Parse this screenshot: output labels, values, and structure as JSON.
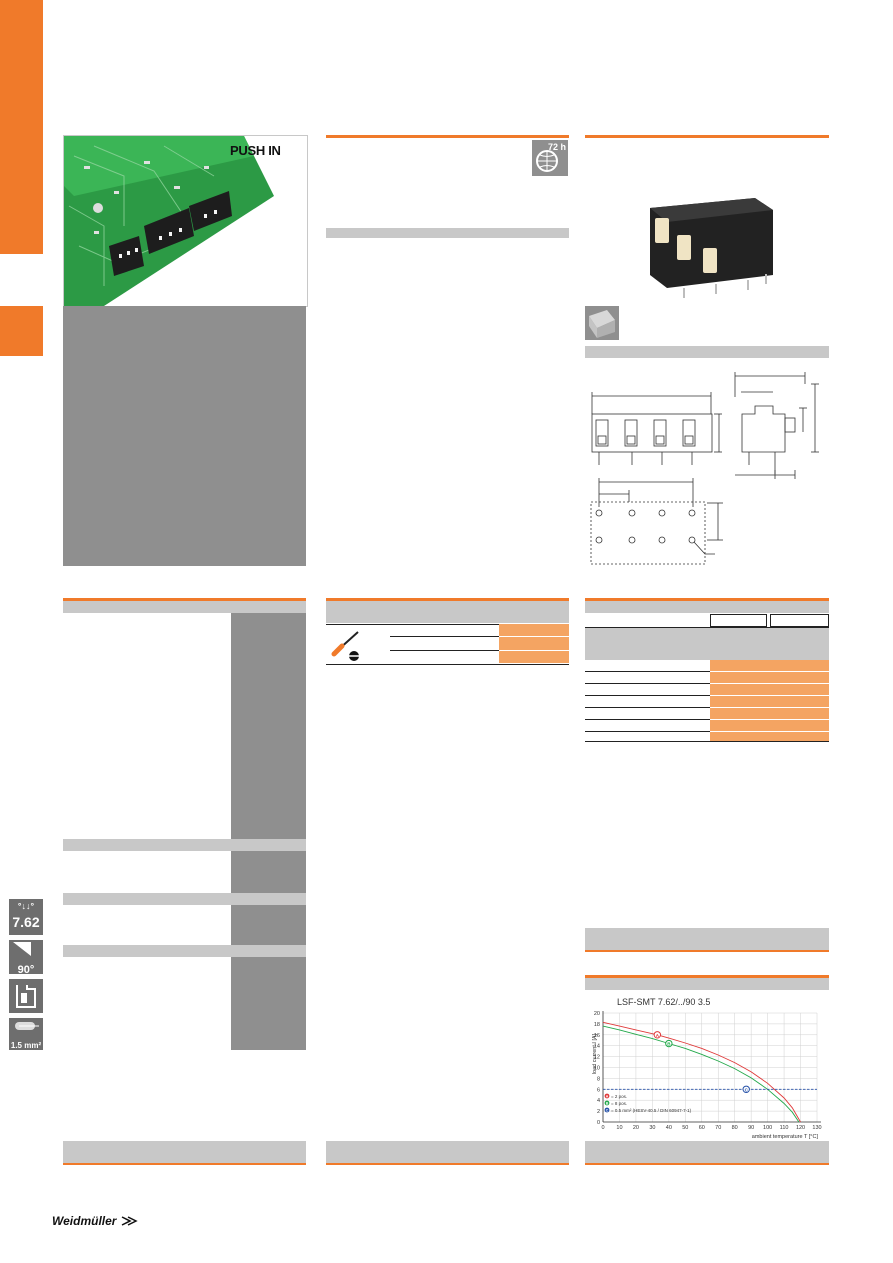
{
  "brand": {
    "logo_text": "Weidmüller"
  },
  "product_image": {
    "badge": "PUSH IN"
  },
  "badges": {
    "delivery": "72 h"
  },
  "side_icons": {
    "pitch": "7.62",
    "angle": "90°",
    "wire": "1.5 mm²"
  },
  "colors": {
    "accent_orange": "#f07a2a",
    "cell_orange": "#f4a462",
    "bar_grey": "#c8c8c8",
    "block_grey": "#8f8f8f",
    "curve_red": "#e03a3a",
    "curve_green": "#22a84a",
    "curve_blue": "#2450a8"
  },
  "derating_chart": {
    "title": "LSF-SMT 7.62/../90 3.5",
    "ylabel": "load current I [A]",
    "xlabel": "ambient temperature T [°C]",
    "legend": [
      {
        "marker": "A",
        "label": "= 2 pos.",
        "color": "#e03a3a"
      },
      {
        "marker": "B",
        "label": "= 8 pos.",
        "color": "#22a84a"
      },
      {
        "marker": "C",
        "label": "= 0.5 mm² (HESV-40.5 / DIN 60947-7-1)",
        "color": "#2450a8"
      }
    ]
  },
  "chart_data": {
    "type": "line",
    "title": "LSF-SMT 7.62/../90 3.5",
    "xlabel": "ambient temperature T [°C]",
    "ylabel": "load current I [A]",
    "xlim": [
      0,
      130
    ],
    "ylim": [
      0,
      20
    ],
    "x_ticks": [
      0,
      10,
      20,
      30,
      40,
      50,
      60,
      70,
      80,
      90,
      100,
      110,
      120,
      130
    ],
    "y_ticks": [
      0,
      2,
      4,
      6,
      8,
      10,
      12,
      14,
      16,
      18,
      20
    ],
    "grid": true,
    "series": [
      {
        "marker": "A",
        "color": "#e03a3a",
        "x": [
          0,
          10,
          20,
          33,
          40,
          50,
          60,
          70,
          80,
          90,
          100,
          110,
          115,
          120
        ],
        "y": [
          18.3,
          17.6,
          16.9,
          16.0,
          15.4,
          14.5,
          13.5,
          12.3,
          10.9,
          9.2,
          7.1,
          4.4,
          2.6,
          0
        ]
      },
      {
        "marker": "B",
        "color": "#22a84a",
        "x": [
          0,
          10,
          20,
          30,
          40,
          50,
          60,
          70,
          80,
          90,
          100,
          110,
          115,
          119
        ],
        "y": [
          17.6,
          16.9,
          16.1,
          15.3,
          14.4,
          13.5,
          12.4,
          11.2,
          9.8,
          8.1,
          6.0,
          3.4,
          1.8,
          0
        ]
      },
      {
        "marker": "C",
        "color": "#2450a8",
        "style": "dashed",
        "x": [
          0,
          87,
          130
        ],
        "y": [
          6,
          6,
          6
        ]
      }
    ],
    "markers": [
      {
        "label": "A",
        "x": 33,
        "y": 16.0
      },
      {
        "label": "B",
        "x": 40,
        "y": 14.4
      },
      {
        "label": "C",
        "x": 87,
        "y": 6
      }
    ]
  }
}
